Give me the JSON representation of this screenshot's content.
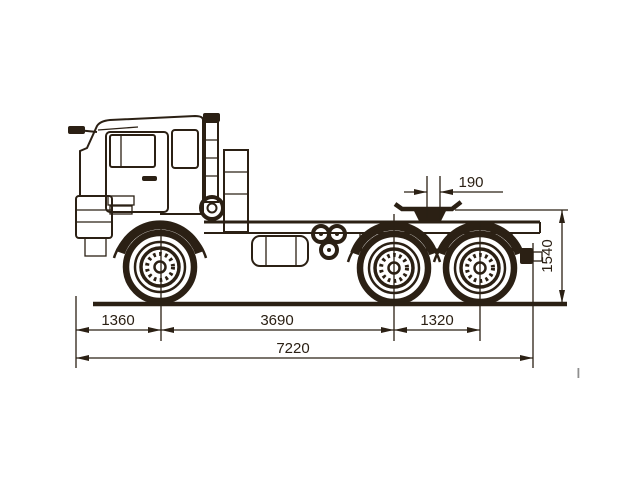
{
  "diagram": {
    "subject": "truck-tractor-chassis-side-view",
    "colors": {
      "line": "#2b2014",
      "background": "#ffffff",
      "artifact_mark": "#8f8f8f"
    },
    "dimensions": {
      "front_overhang": "1360",
      "wheelbase": "3690",
      "bogie_spread": "1320",
      "overall_length": "7220",
      "fifth_wheel_offset": "190",
      "fifth_wheel_height": "1540"
    }
  }
}
